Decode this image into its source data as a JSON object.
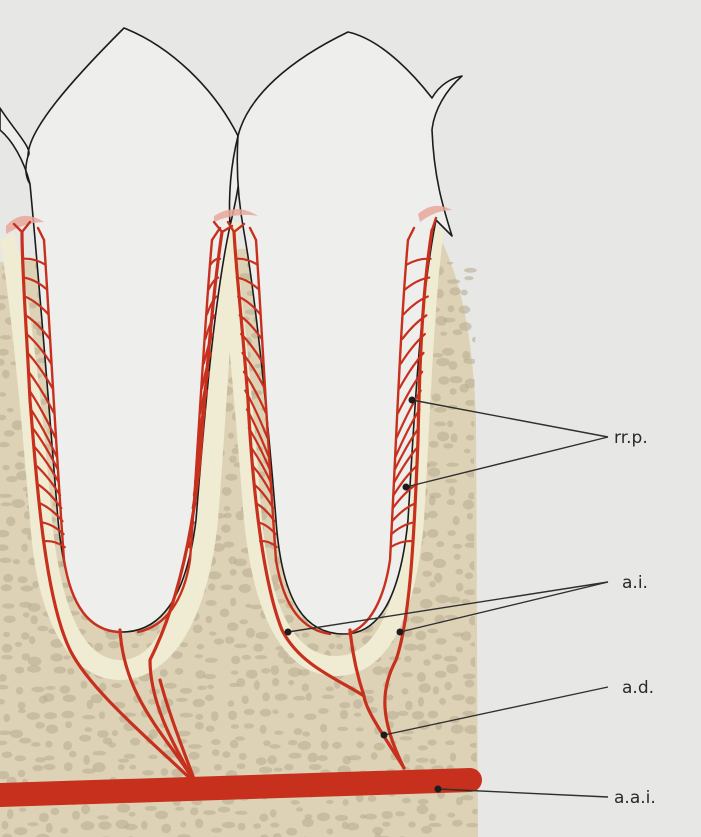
{
  "labels": {
    "rrp": "rr.p.",
    "ai": "a.i.",
    "ad": "a.d.",
    "aai": "a.a.i."
  },
  "colors": {
    "background": "#e7e7e5",
    "bone": "#ddd2b6",
    "bone_pores": "#b7aa90",
    "ligament": "#f0ebd3",
    "tooth": "#eeeeec",
    "vessel": "#c8301e",
    "gingiva": "#e8a79b",
    "outline": "#1c1c1c",
    "leader": "#2f2f2f"
  }
}
